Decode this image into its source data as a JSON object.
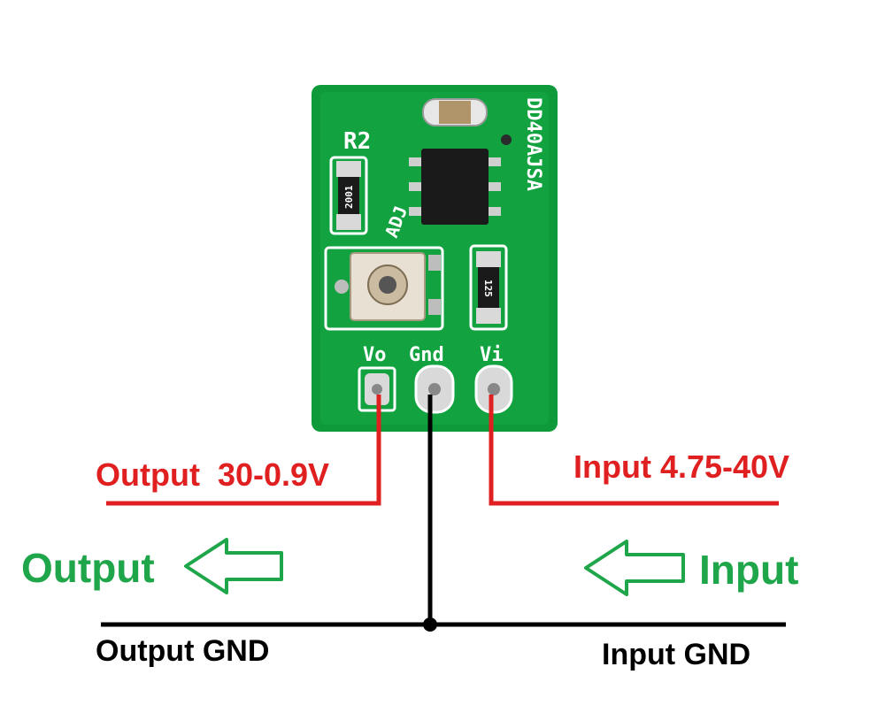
{
  "board": {
    "colors": {
      "pcb": "#0e9a3a",
      "pcb_dark": "#077a2b",
      "silkscreen": "#ffffff",
      "pad": "#d9d9d9",
      "chip": "#1a1a1a"
    },
    "silkscreen": {
      "r2": "R2",
      "adj": "ADJ",
      "model": "DD40AJSA",
      "res_upper": "2001",
      "res_lower": "125",
      "pin_vo": "Vo",
      "pin_gnd": "Gnd",
      "pin_vi": "Vi"
    }
  },
  "labels": {
    "output_range": "Output  30-0.9V",
    "input_range": "Input 4.75-40V",
    "output": "Output",
    "input": "Input",
    "output_gnd": "Output GND",
    "input_gnd": "Input GND"
  },
  "icons": {
    "output_arrow": "arrow-left-outline-icon",
    "input_arrow": "arrow-left-outline-icon"
  },
  "colors": {
    "red_wire": "#e02020",
    "ground_wire": "#000000",
    "green_text": "#1fa64a",
    "black_text": "#000000"
  }
}
